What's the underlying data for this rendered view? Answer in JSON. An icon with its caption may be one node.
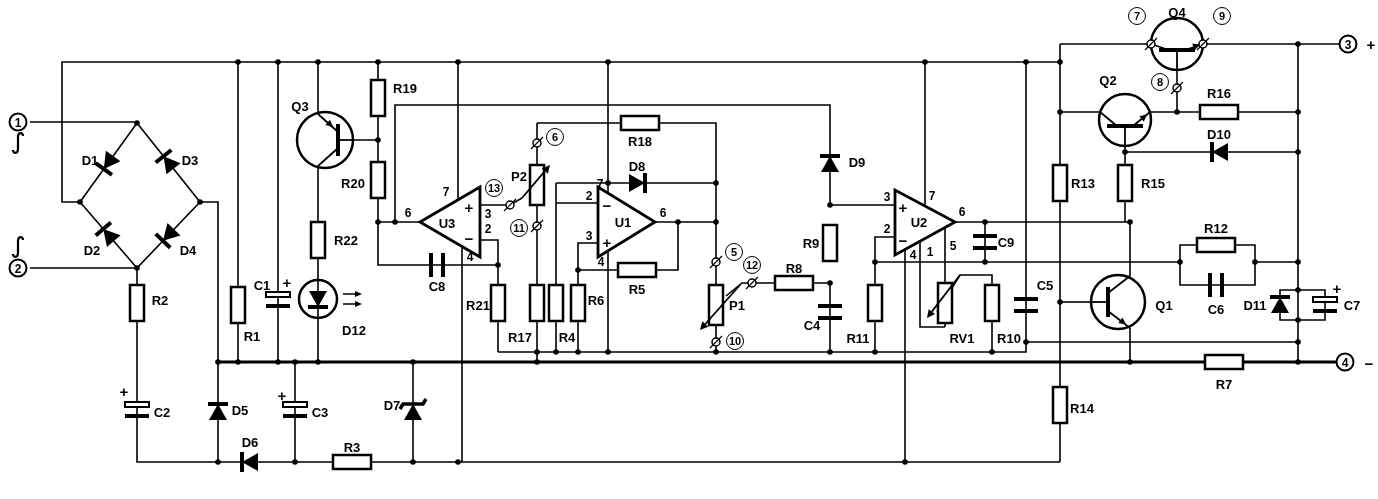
{
  "diagram": {
    "labels": [
      "1",
      "2",
      "D1",
      "D3",
      "D2",
      "D4",
      "Q3",
      "R19",
      "R20",
      "R22",
      "C1",
      "+",
      "D12",
      "R1",
      "R2",
      "+",
      "C2",
      "D5",
      "+",
      "C3",
      "D7",
      "D6",
      "R3",
      "7",
      "6",
      "+",
      "U3",
      "−",
      "3",
      "2",
      "4",
      "C8",
      "R21",
      "13",
      "P2",
      "6",
      "11",
      "R18",
      "D8",
      "7",
      "2",
      "−",
      "U1",
      "3",
      "+",
      "6",
      "4",
      "R5",
      "R17",
      "R4",
      "R6",
      "5",
      "12",
      "R8",
      "P1",
      "10",
      "D9",
      "R9",
      "C4",
      "3",
      "2",
      "+",
      "U2",
      "−",
      "7",
      "6",
      "5",
      "4",
      "1",
      "C9",
      "C5",
      "R11",
      "RV1",
      "R10",
      "7",
      "Q4",
      "9",
      "8",
      "Q2",
      "R16",
      "D10",
      "R13",
      "R15",
      "R12",
      "C6",
      "D11",
      "+",
      "C7",
      "Q1",
      "R7",
      "R14",
      "3",
      "+",
      "4",
      "−"
    ]
  }
}
